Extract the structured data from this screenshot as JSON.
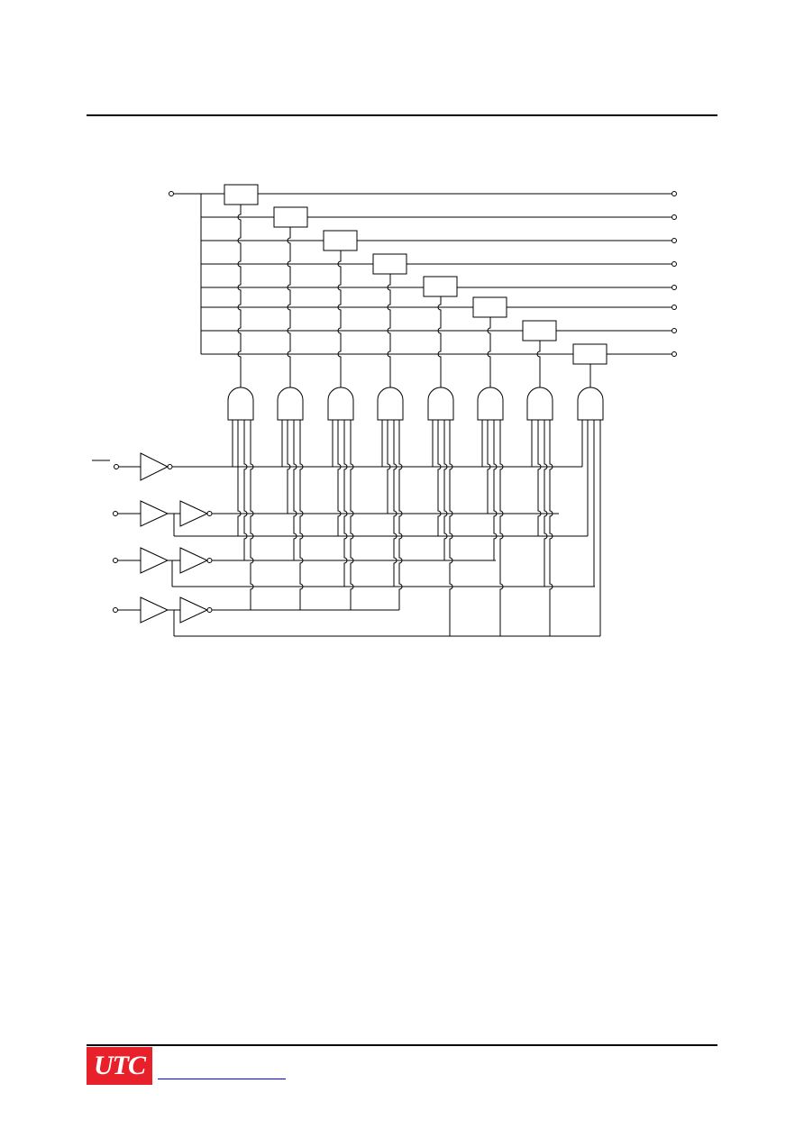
{
  "header": {},
  "diagram": {
    "flip_flop_count": 8,
    "and_gate_count": 8,
    "output_terminal_count": 8,
    "input_terminal_count": 5
  },
  "footer": {
    "logo_text": "UTC",
    "logo_color": "#e8202a",
    "link_text": ""
  }
}
